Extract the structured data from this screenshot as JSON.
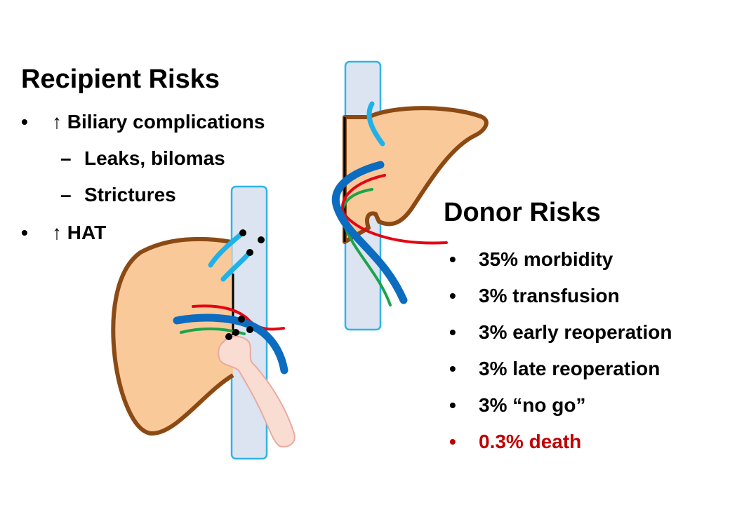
{
  "recipient": {
    "title": "Recipient Risks",
    "items": [
      {
        "bullet": "•",
        "text": "↑ Biliary complications"
      },
      {
        "bullet": "–",
        "text": "Leaks, bilomas"
      },
      {
        "bullet": "–",
        "text": "Strictures"
      },
      {
        "bullet": "•",
        "text": "↑ HAT"
      }
    ]
  },
  "donor": {
    "title": "Donor Risks",
    "items": [
      {
        "bullet": "•",
        "text": "35% morbidity"
      },
      {
        "bullet": "•",
        "text": "3% transfusion"
      },
      {
        "bullet": "•",
        "text": "3% early reoperation"
      },
      {
        "bullet": "•",
        "text": "3% late reoperation"
      },
      {
        "bullet": "•",
        "text": "3% “no go”"
      },
      {
        "bullet": "•",
        "text": "0.3% death"
      }
    ]
  },
  "colors": {
    "liver_fill": "#f9c99a",
    "liver_outline": "#8b4a14",
    "bar_fill": "#dbe4f0",
    "bar_stroke": "#2fb4e8",
    "portal_vein": "#0c6cbf",
    "bile_duct": "#1fb2e9",
    "artery": "#e30613",
    "green_vessel": "#1ea34a",
    "death_text": "#c00000"
  }
}
